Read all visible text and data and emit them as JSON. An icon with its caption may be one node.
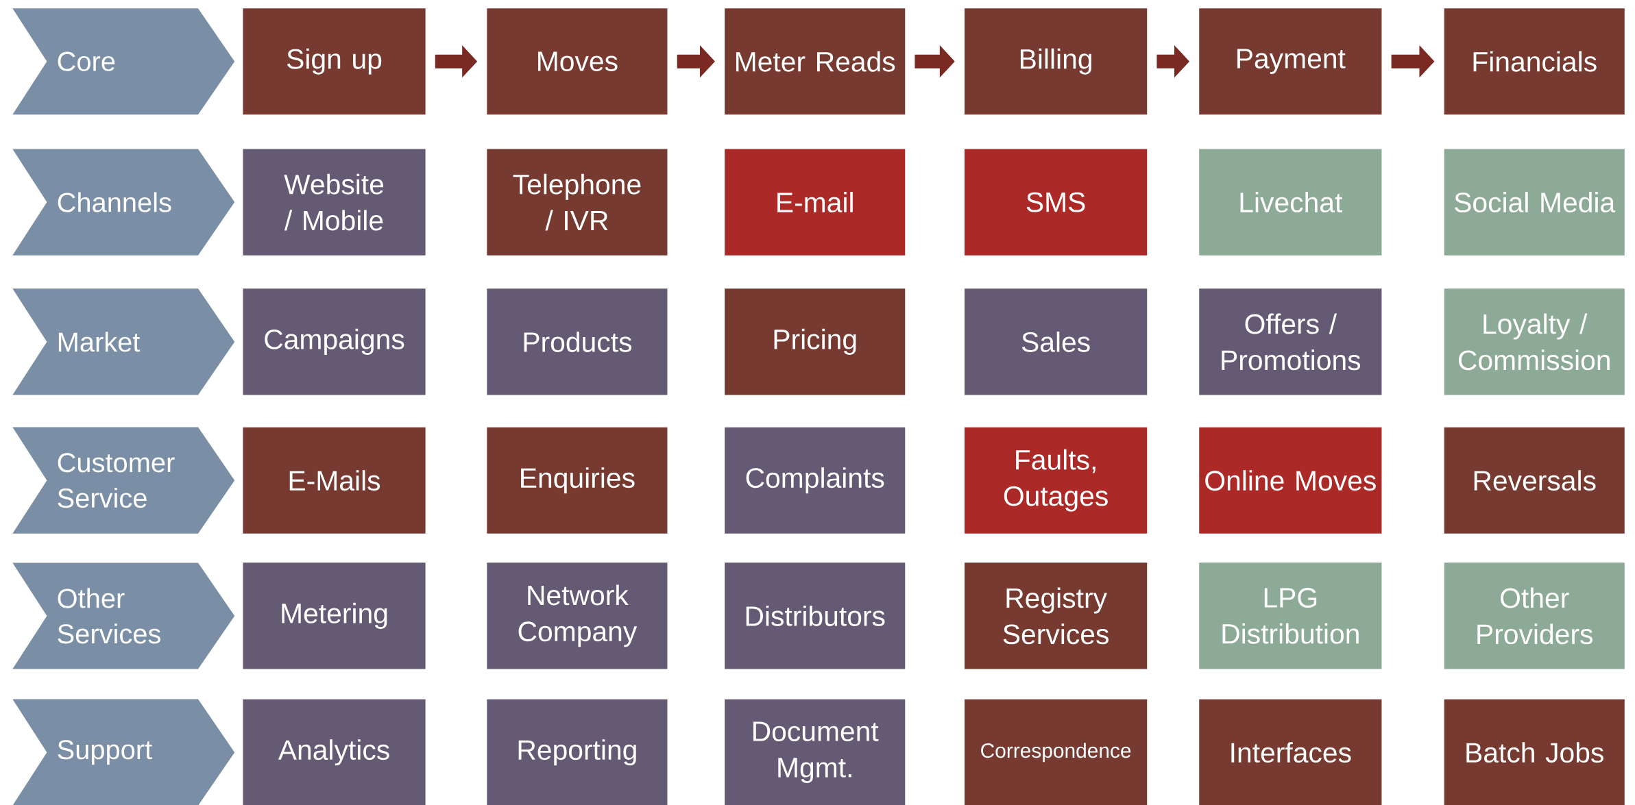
{
  "diagram": {
    "nodes": [
      {
        "text": [
          "Core"
        ]
      },
      {
        "text": [
          "Sign up"
        ]
      },
      {
        "text": [
          "Moves"
        ]
      },
      {
        "text": [
          "Meter Reads"
        ]
      },
      {
        "text": [
          "Billing"
        ]
      },
      {
        "text": [
          "Payment"
        ]
      },
      {
        "text": [
          "Financials"
        ]
      },
      {
        "text": [
          "Channels"
        ]
      },
      {
        "text": [
          "Website / Mobile"
        ]
      },
      {
        "text": [
          "Telephone / IVR"
        ]
      },
      {
        "text": [
          "E-mail"
        ]
      },
      {
        "text": [
          "SMS"
        ]
      },
      {
        "text": [
          "Livechat"
        ]
      },
      {
        "text": [
          "Social Media"
        ]
      },
      {
        "text": [
          "Market"
        ]
      },
      {
        "text": [
          "Campaigns"
        ]
      },
      {
        "text": [
          "Products"
        ]
      },
      {
        "text": [
          "Pricing"
        ]
      },
      {
        "text": [
          "Sales"
        ]
      },
      {
        "text": [
          "Offers / Promotions"
        ]
      },
      {
        "text": [
          "Loyalty / Commission"
        ]
      },
      {
        "text": [
          "Customer Service"
        ]
      },
      {
        "text": [
          "E-Mails"
        ]
      },
      {
        "text": [
          "Enquiries"
        ]
      },
      {
        "text": [
          "Complaints"
        ]
      },
      {
        "text": [
          "Faults, Outages"
        ]
      },
      {
        "text": [
          "Online Moves"
        ]
      },
      {
        "text": [
          "Reversals"
        ]
      },
      {
        "text": [
          "Other Services"
        ]
      },
      {
        "text": [
          "Metering"
        ]
      },
      {
        "text": [
          "Network Company"
        ]
      },
      {
        "text": [
          "Distributors"
        ]
      },
      {
        "text": [
          "Registry Services"
        ]
      },
      {
        "text": [
          "LPG Distribution"
        ]
      },
      {
        "text": [
          "Other Providers"
        ]
      },
      {
        "text": [
          "Support"
        ]
      },
      {
        "text": [
          "Analytics"
        ]
      },
      {
        "text": [
          "Reporting"
        ]
      },
      {
        "text": [
          "Document Mgmt."
        ]
      },
      {
        "text": [
          "Correspondence"
        ]
      },
      {
        "text": [
          "Interfaces"
        ]
      },
      {
        "text": [
          "Batch Jobs"
        ]
      }
    ],
    "edges": [
      {
        "from": 1,
        "to": 2,
        "arrow": "to"
      },
      {
        "from": 2,
        "to": 3,
        "arrow": "to"
      },
      {
        "from": 3,
        "to": 4,
        "arrow": "to"
      },
      {
        "from": 4,
        "to": 5,
        "arrow": "to"
      },
      {
        "from": 5,
        "to": 6,
        "arrow": "to"
      }
    ]
  }
}
